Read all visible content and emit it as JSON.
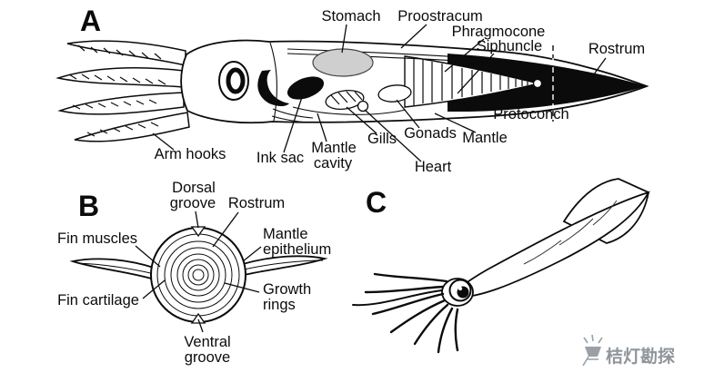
{
  "figure": {
    "panel_a": {
      "letter": "A",
      "labels": {
        "stomach": "Stomach",
        "proostracum": "Proostracum",
        "phragmocone": "Phragmocone",
        "siphuncle": "Siphuncle",
        "rostrum": "Rostrum",
        "protoconch": "Protoconch",
        "mantle": "Mantle",
        "gonads": "Gonads",
        "heart": "Heart",
        "gills": "Gills",
        "mantle_cavity": [
          "Mantle",
          "cavity"
        ],
        "ink_sac": "Ink sac",
        "arm_hooks": "Arm hooks"
      }
    },
    "panel_b": {
      "letter": "B",
      "labels": {
        "dorsal_groove": [
          "Dorsal",
          "groove"
        ],
        "rostrum": "Rostrum",
        "mantle_epithelium": [
          "Mantle",
          "epithelium"
        ],
        "fin_muscles": "Fin muscles",
        "fin_cartilage": "Fin cartilage",
        "growth_rings": [
          "Growth",
          "rings"
        ],
        "ventral_groove": [
          "Ventral",
          "groove"
        ]
      }
    },
    "panel_c": {
      "letter": "C"
    },
    "watermark": {
      "text": "桔灯勘探"
    },
    "colors": {
      "ink": "#0b0b0b",
      "stomach_fill": "#cfcfcf",
      "watermark_gray": "#90959b",
      "background": "#ffffff"
    }
  }
}
